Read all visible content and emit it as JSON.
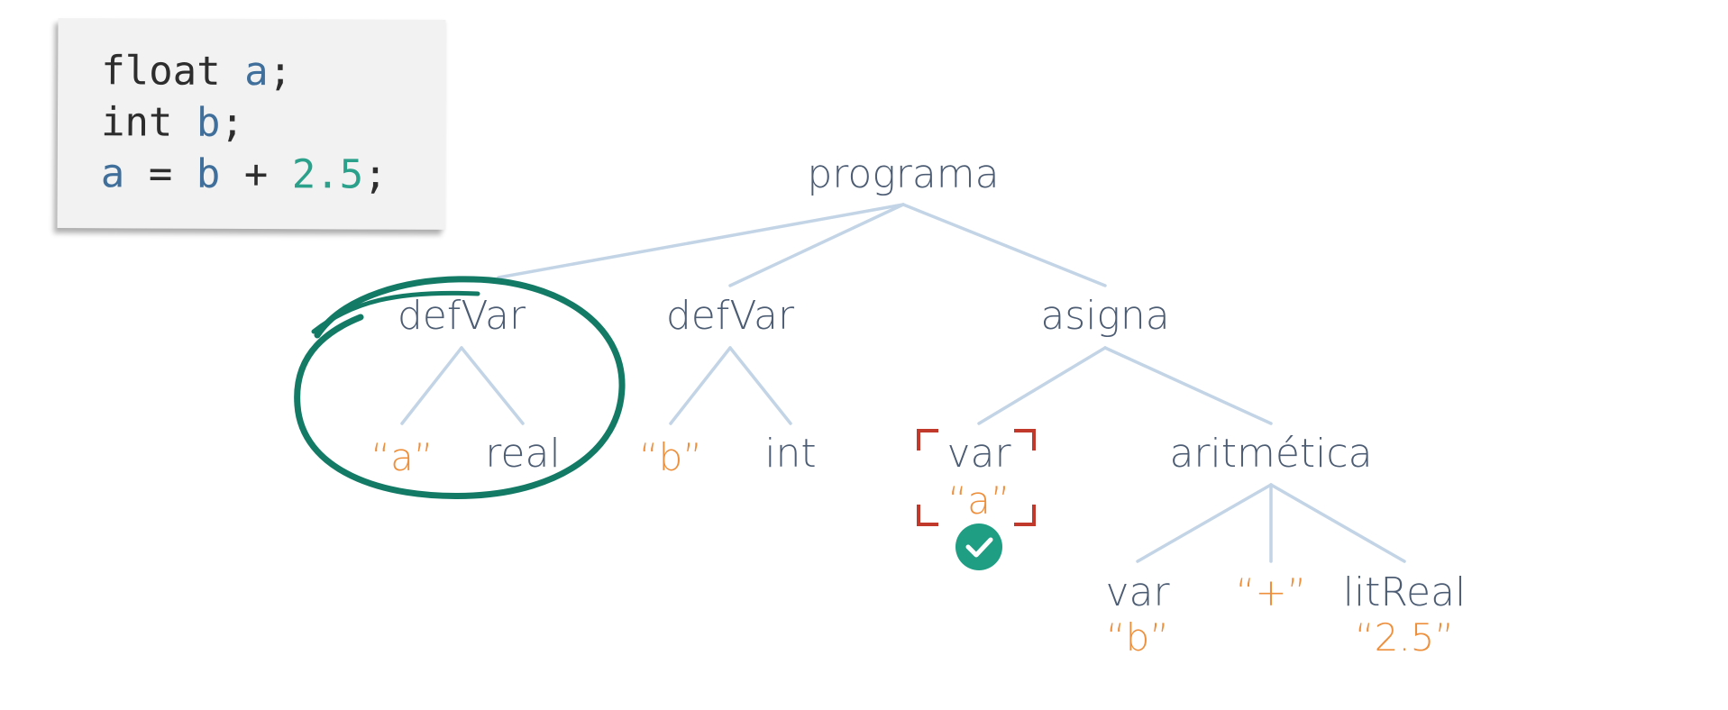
{
  "code": {
    "line1": {
      "kw": "float",
      "id": "a",
      "end": ";"
    },
    "line2": {
      "kw": "int",
      "id": "b",
      "end": ";"
    },
    "line3": {
      "lhs": "a",
      "eq": "=",
      "rhs": "b",
      "plus": "+",
      "num": "2.5",
      "end": ";"
    }
  },
  "tree": {
    "root": "programa",
    "defvar1": {
      "label": "defVar",
      "name": "“a”",
      "type": "real"
    },
    "defvar2": {
      "label": "defVar",
      "name": "“b”",
      "type": "int"
    },
    "asigna": {
      "label": "asigna",
      "left": {
        "label": "var",
        "name": "“a”"
      },
      "right": {
        "label": "aritmética",
        "operand1": {
          "label": "var",
          "name": "“b”"
        },
        "operator": "“+”",
        "operand2": {
          "label": "litReal",
          "value": "“2.5”"
        }
      }
    }
  },
  "annotations": {
    "circle_color": "#137a66",
    "bracket_color": "#c0392b",
    "check_color": "#1f9e84",
    "check_icon": "check-circle-icon"
  }
}
